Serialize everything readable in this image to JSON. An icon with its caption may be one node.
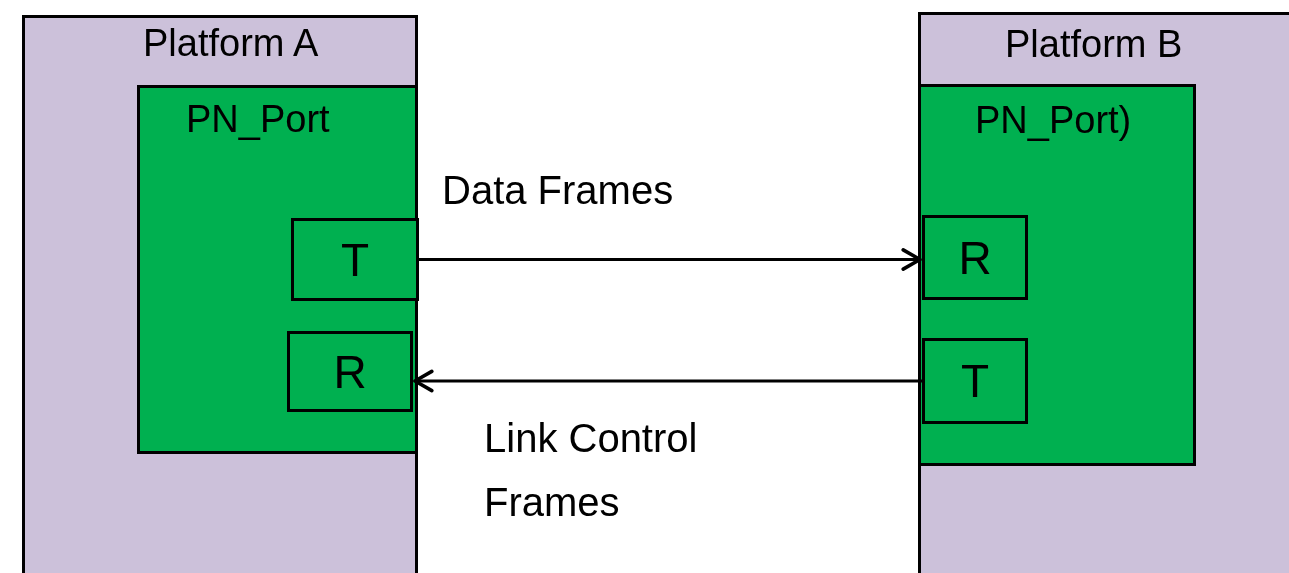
{
  "diagram": {
    "nodes": [
      {
        "text": [
          "Platform A"
        ]
      },
      {
        "text": [
          "PN_Port"
        ],
        "in": 0
      },
      {
        "text": [
          "T"
        ],
        "in": 1
      },
      {
        "text": [
          "R"
        ],
        "in": 1
      },
      {
        "text": [
          "Platform B"
        ]
      },
      {
        "text": [
          "PN_Port)"
        ],
        "in": 4
      },
      {
        "text": [
          "R"
        ],
        "in": 5
      },
      {
        "text": [
          "T"
        ],
        "in": 5
      }
    ],
    "edges": [
      {
        "from": 2,
        "to": 6,
        "arrow": "to",
        "label": "Data Frames"
      },
      {
        "from": 7,
        "to": 3,
        "arrow": "to",
        "label": "Link Control Frames"
      }
    ]
  }
}
